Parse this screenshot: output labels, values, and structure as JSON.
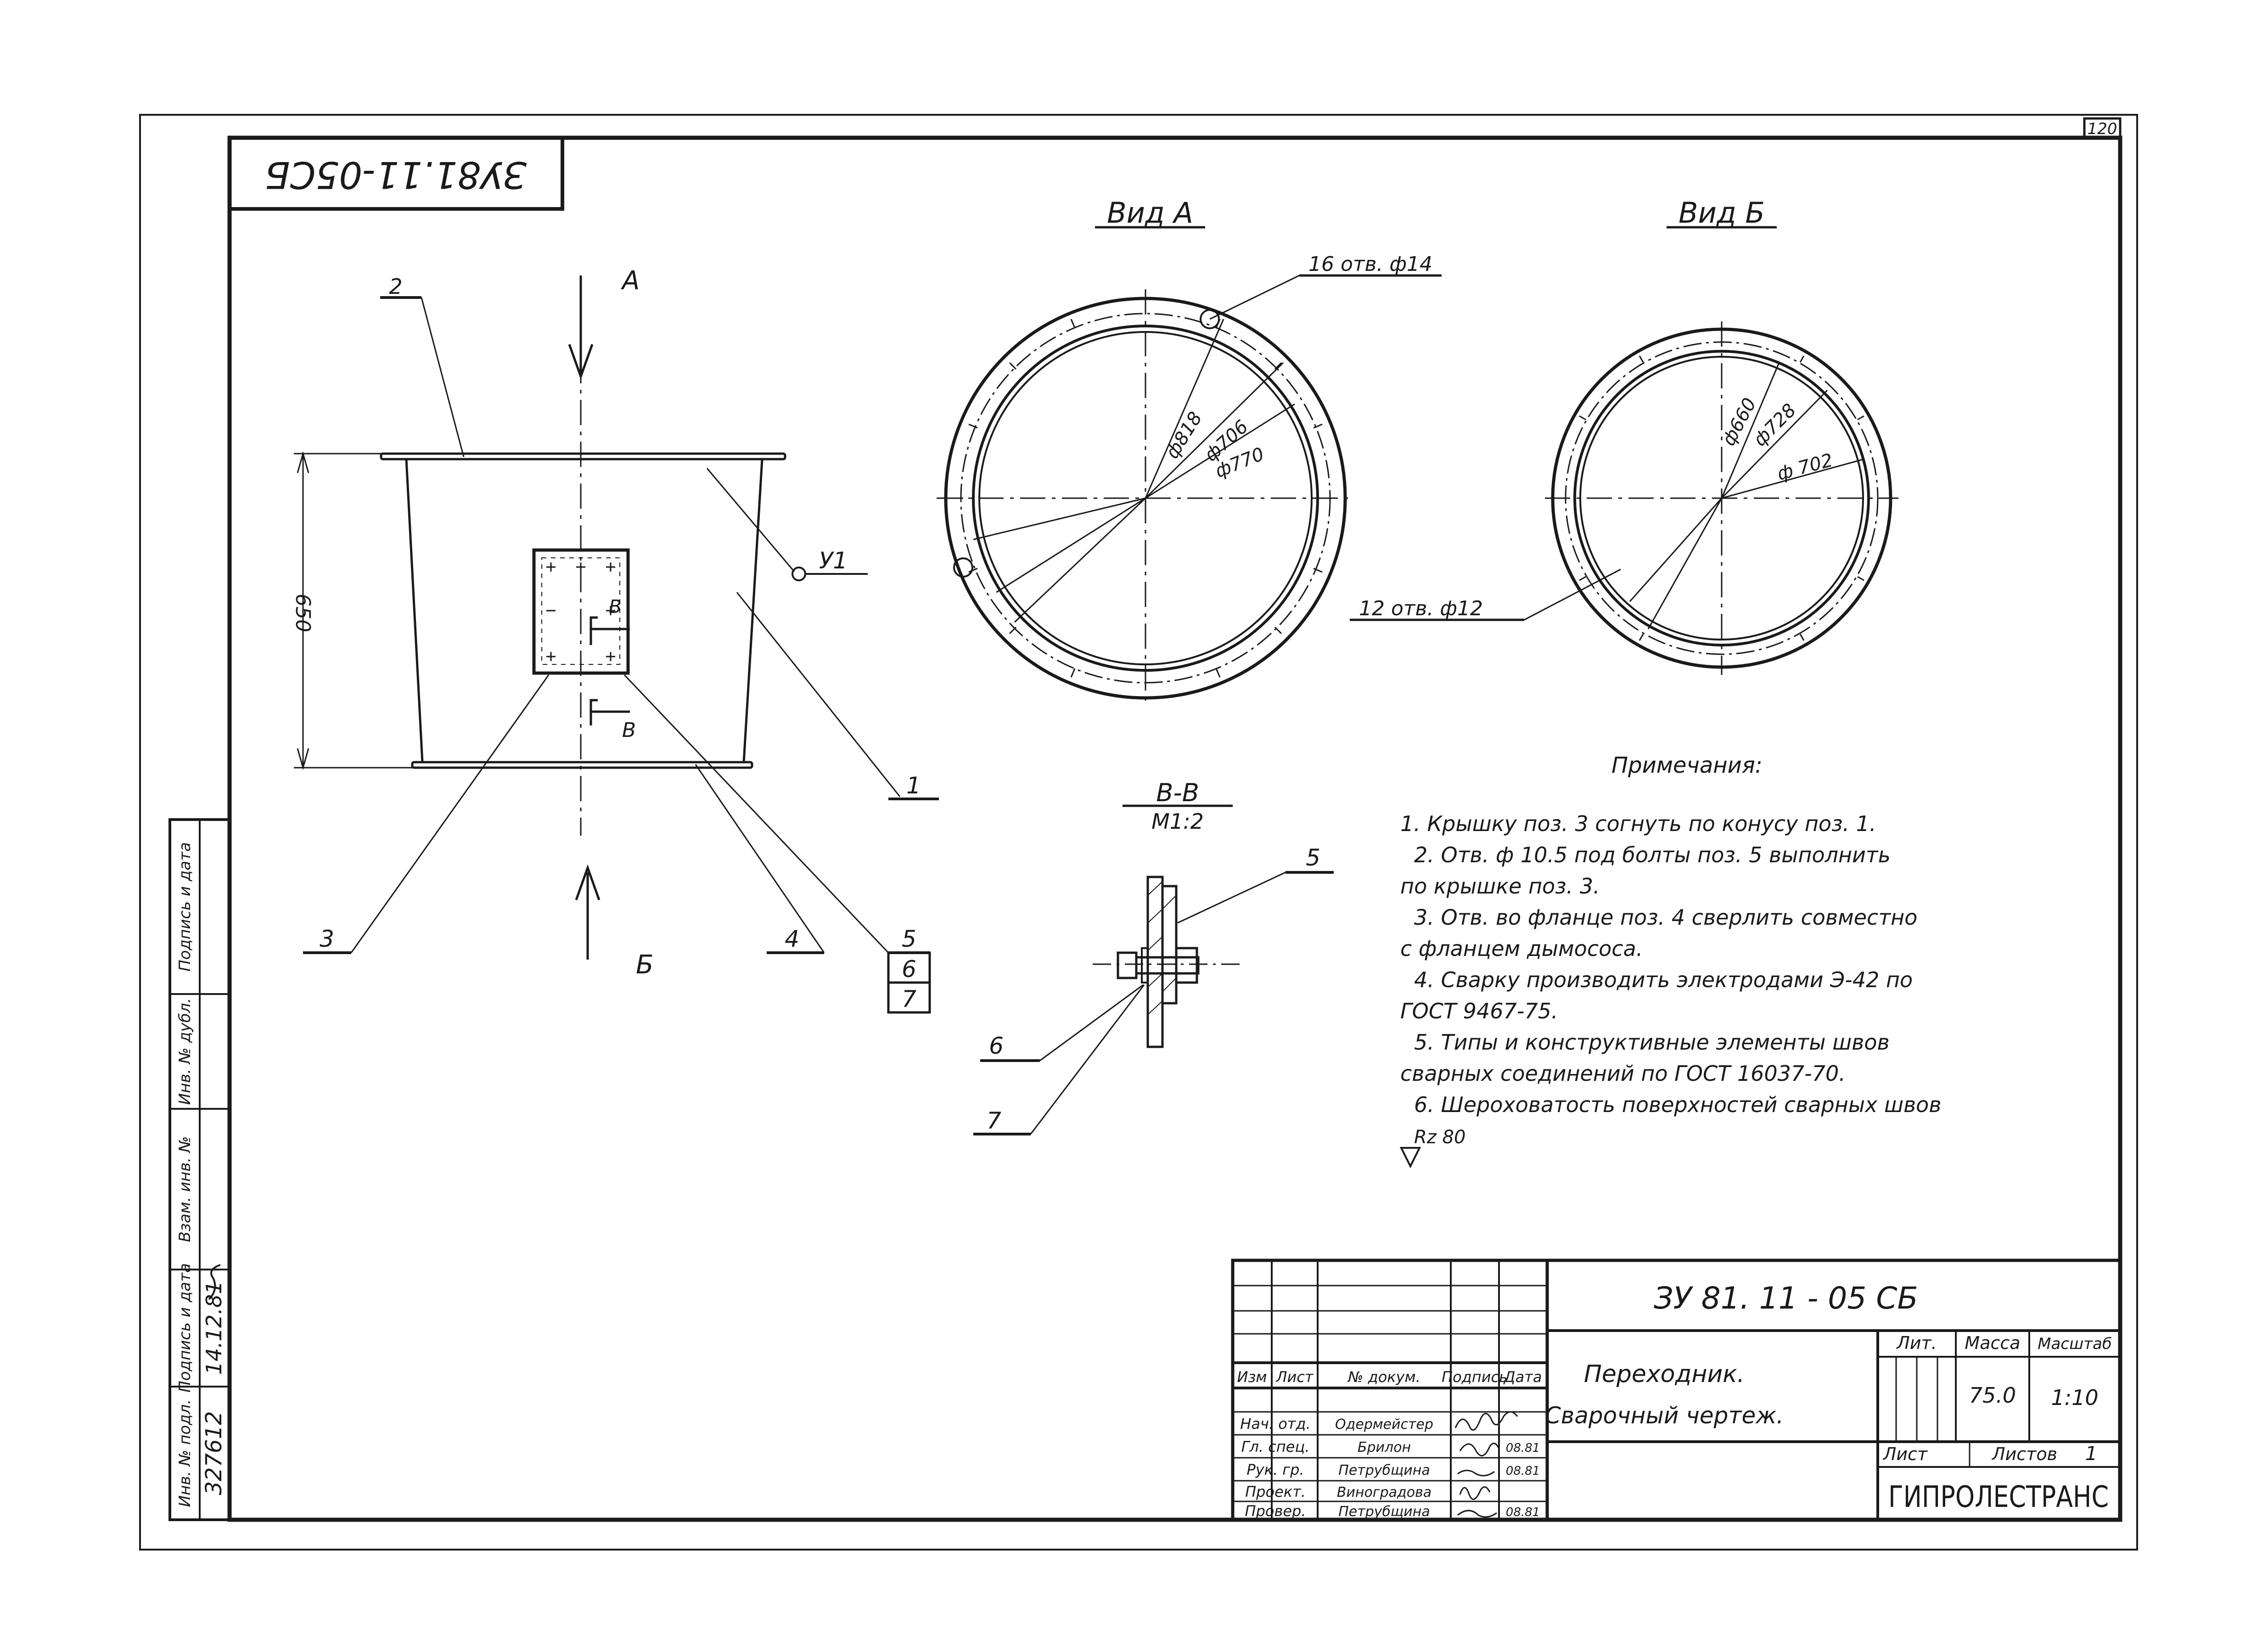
{
  "sheet_number": "120",
  "stamp_code": "ЗУ81.11-05СБ",
  "views": {
    "view_a_title": "Вид А",
    "view_b_title": "Вид Б",
    "section_title": "В-В",
    "section_scale": "М1:2"
  },
  "side_view": {
    "arrow_a": "А",
    "arrow_b": "Б",
    "height_dim": "650",
    "section_mark_top": "В",
    "section_mark_bottom": "В",
    "weld_label": "У1"
  },
  "callouts": [
    "1",
    "2",
    "3",
    "4",
    "5",
    "6",
    "7"
  ],
  "section_callouts": [
    "5",
    "6",
    "7"
  ],
  "view_a": {
    "holes": "16 отв. ф14",
    "d_outer": "ф818",
    "d_inner": "ф706",
    "d_bolt": "ф770"
  },
  "view_b": {
    "holes": "12 отв. ф12",
    "d_inner": "ф660",
    "d_outer": "ф728",
    "d_bolt": "ф 702"
  },
  "notes": {
    "title": "Примечания:",
    "lines": [
      "1. Крышку поз. 3 согнуть по конусу поз. 1.",
      "2. Отв. ф 10.5 под болты поз. 5 выполнить",
      "по крышке   поз. 3.",
      "3. Отв. во фланце поз. 4 сверлить совместно",
      "с фланцем дымососа.",
      "4. Сварку производить электродами Э-42 по",
      "ГОСТ  9467-75.",
      "5. Типы и конструктивные элементы швов",
      "сварных соединений по ГОСТ 16037-70.",
      "6. Шероховатость поверхностей сварных швов",
      "Rz 80"
    ]
  },
  "left_strip": {
    "labels": [
      "Инв. № подл.",
      "Подпись и дата",
      "Взам. инв. №",
      "Инв. № дубл.",
      "Подпись и дата"
    ],
    "inv_value": "327612",
    "date_value": "14.12.81"
  },
  "title_block": {
    "designation": "ЗУ 81. 11 - 05 СБ",
    "name_line1": "Переходник.",
    "name_line2": "Сварочный чертеж.",
    "header_cols": [
      "Изм",
      "Лист",
      "№ докум.",
      "Подпись",
      "Дата"
    ],
    "rows": [
      {
        "role": "Нач. отд.",
        "name": "Одермейстер",
        "date": ""
      },
      {
        "role": "Гл. спец.",
        "name": "Брилон",
        "date": "08.81"
      },
      {
        "role": "Рук. гр.",
        "name": "Петрубщина",
        "date": "08.81"
      },
      {
        "role": "Проект.",
        "name": "Виноградова",
        "date": ""
      },
      {
        "role": "Провер.",
        "name": "Петрубщина",
        "date": "08.81"
      }
    ],
    "lit_label": "Лит.",
    "mass_label": "Масса",
    "scale_label": "Масштаб",
    "mass_value": "75.0",
    "scale_value": "1:10",
    "sheet_label": "Лист",
    "sheets_label": "Листов",
    "sheets_value": "1",
    "org": "ГИПРОЛЕСТРАНС"
  }
}
